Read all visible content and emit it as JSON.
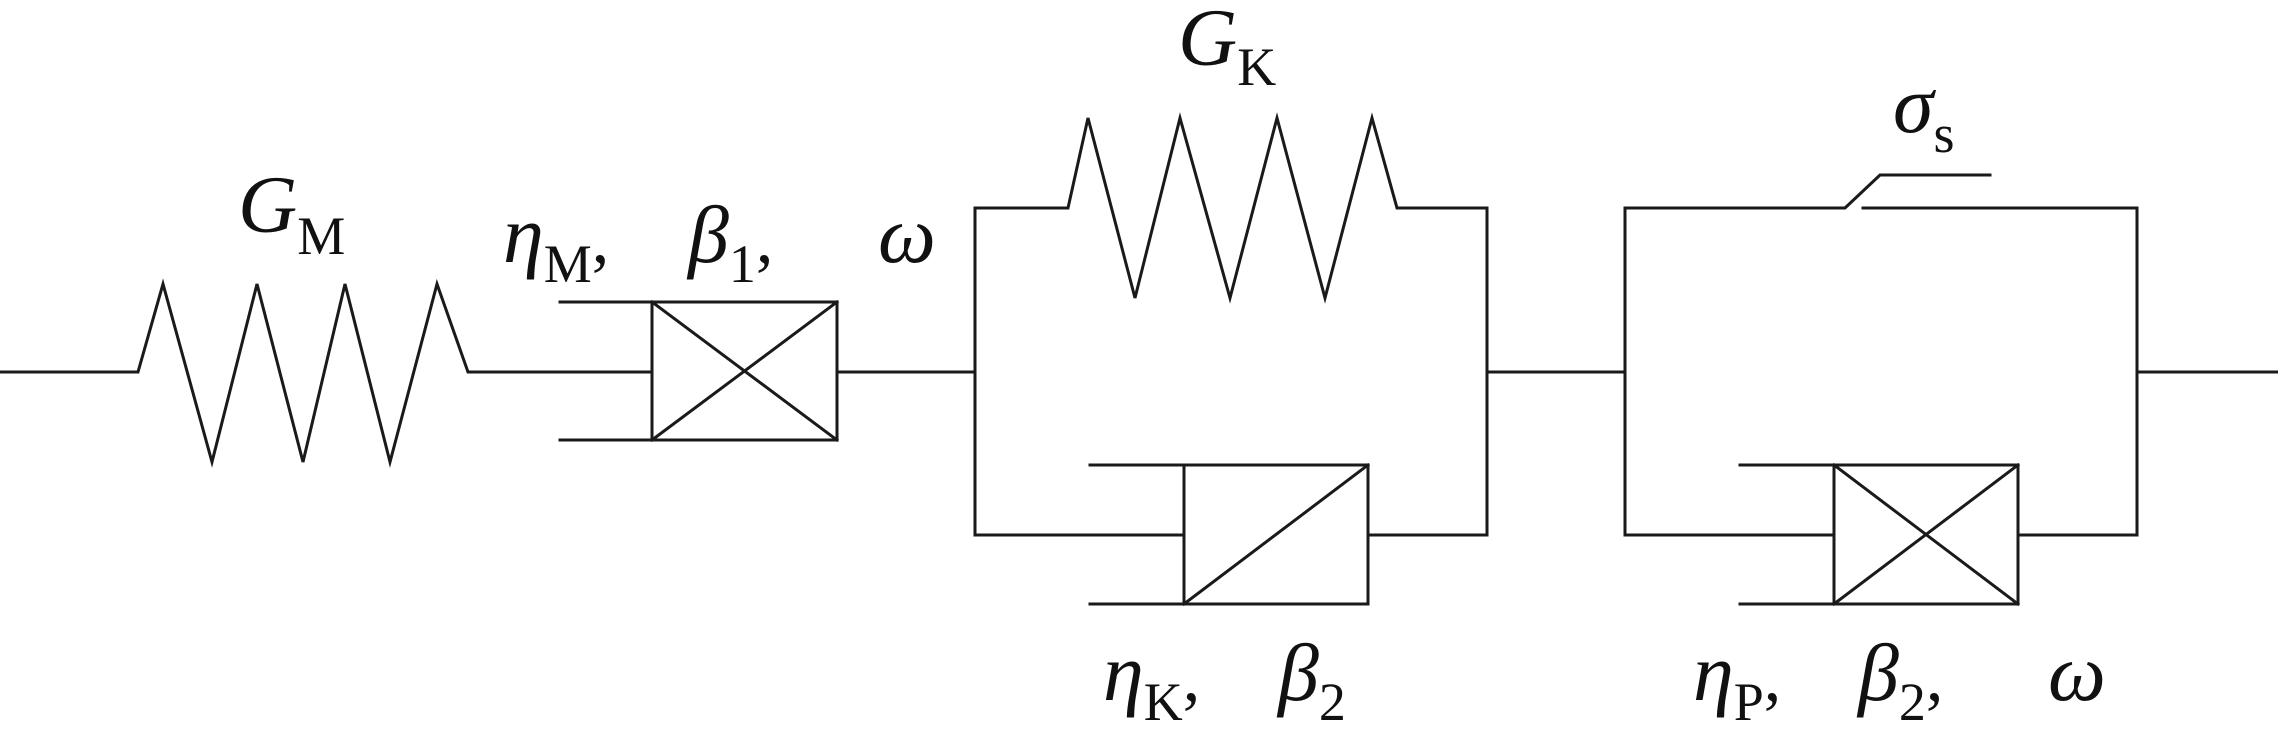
{
  "labels": {
    "gm": {
      "sym": "G",
      "sub": "M"
    },
    "gk": {
      "sym": "G",
      "sub": "K"
    },
    "sigma": {
      "sym": "σ",
      "sub": "s"
    },
    "maxwell_dashpot": {
      "eta": "η",
      "eta_sub": "M",
      "sep1": ",",
      "beta": "β",
      "beta_sub": "1",
      "sep2": ",",
      "omega": "ω"
    },
    "kelvin_dashpot": {
      "eta": "η",
      "eta_sub": "K",
      "sep1": ",",
      "beta": "β",
      "beta_sub": "2"
    },
    "plastic_dashpot": {
      "eta": "η",
      "eta_sub": "P",
      "sep1": ",",
      "beta": "β",
      "beta_sub": "2",
      "sep2": ",",
      "omega": "ω"
    }
  },
  "colors": {
    "line": "#1a1a1a",
    "text": "#111111",
    "background": "#ffffff"
  }
}
